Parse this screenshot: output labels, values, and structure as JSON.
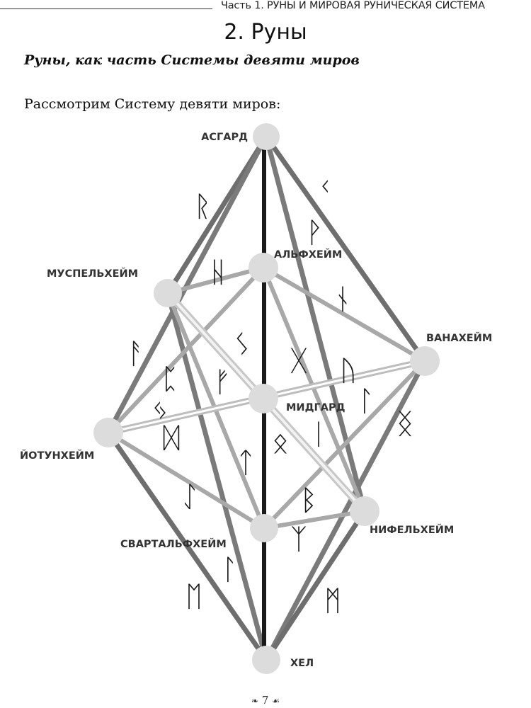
{
  "header": {
    "running_head": "Часть 1. РУНЫ И МИРОВАЯ РУНИЧЕСКАЯ СИСТЕМА"
  },
  "title": "2. Руны",
  "subtitle": "Руны, как часть Системы девяти миров",
  "intro": "Рассмотрим Систему девяти миров:",
  "diagram": {
    "worlds": {
      "asgard": "АСГАРД",
      "alfheim": "АЛЬФХЕЙМ",
      "muspelheim": "МУСПЕЛЬХЕЙМ",
      "vanaheim": "ВАНАХЕЙМ",
      "midgard": "МИДГАРД",
      "jotunheim": "ЙОТУНХЕЙМ",
      "svartalfheim": "СВАРТАЛЬФХЕЙМ",
      "niflheim": "НИФЕЛЬХЕЙМ",
      "hel": "ХЕЛ"
    },
    "runes": {
      "raido": "ᚱ",
      "kenaz": "ᚲ",
      "wunjo": "ᚹ",
      "hagalaz": "ᚺ",
      "nauthiz": "ᚾ",
      "sowilo": "ᛊ",
      "fehu": "ᚠ",
      "ansuz": "ᚨ",
      "uruz": "ᚢ",
      "gebo": "ᚷ",
      "perthro": "ᛈ",
      "othala": "ᛟ",
      "isa": "ᛁ",
      "jera": "ᛃ",
      "dagaz": "ᛞ",
      "ingwaz": "ᛝ",
      "tiwaz": "ᛏ",
      "eihwaz": "ᛇ",
      "berkano": "ᛒ",
      "algiz": "ᛉ",
      "laguz": "ᛚ",
      "mannaz": "ᛗ",
      "ehwaz": "ᛖ"
    }
  },
  "footer": {
    "page_number": "7",
    "ornament_left": "❧",
    "ornament_right": "☙"
  }
}
